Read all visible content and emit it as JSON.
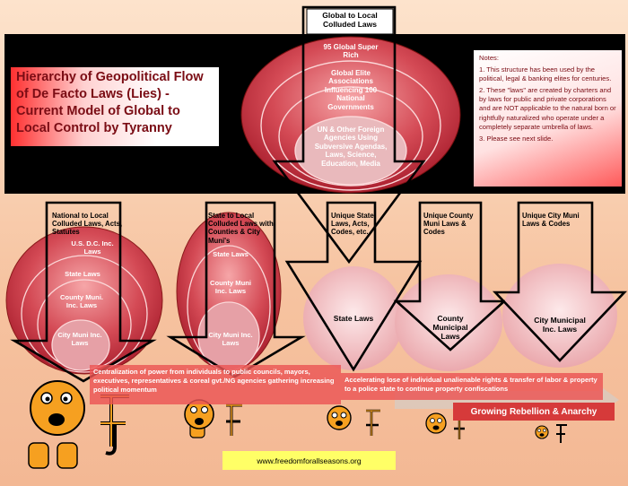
{
  "title": "Hierarchy of Geopolitical Flow of De Facto Laws (Lies) - Current Model of Global to Local Control by Tyranny",
  "notes": {
    "heading": "Notes:",
    "items": [
      "1. This structure has been used by the political, legal & banking elites for centuries.",
      "2. These \"laws\" are created by charters and by laws for public and private corporations and are NOT applicable to the natural born or rightfully naturalized who operate under a completely separate umbrella of laws.",
      "3. Please see next slide."
    ]
  },
  "global": {
    "header": "Global to Local Colluded Laws",
    "rings": [
      "95 Global Super Rich",
      "Global Elite Associations Influencing 100 National Governments",
      "UN & Other Foreign Agencies Using Subversive Agendas, Laws, Science, Education, Media"
    ]
  },
  "national": {
    "header": "National to Local Colluded Laws, Acts, Statutes",
    "rings": [
      "U.S. D.C. Inc. Laws",
      "State Laws",
      "County Muni. Inc. Laws",
      "City Muni Inc. Laws"
    ]
  },
  "state_local": {
    "header": "State to Local Colluded Laws with Counties & City Muni's",
    "rings": [
      "State Laws",
      "County Muni Inc. Laws",
      "City Muni Inc. Laws"
    ]
  },
  "unique_state": {
    "header": "Unique State Laws, Acts, Codes, etc.",
    "circle": "State Laws"
  },
  "unique_county": {
    "header": "Unique County Muni Laws & Codes",
    "circle": "County Municipal Laws"
  },
  "unique_city": {
    "header": "Unique City Muni Laws & Codes",
    "circle": "City Municipal Inc. Laws"
  },
  "banners": {
    "centralization": "Centralization of power from individuals to public councils, mayors, executives, representatives & coreal gvt./NG agencies gathering increasing political momentum",
    "accelerating": "Accelerating lose of individual unalienable rights & transfer of labor & property to a police state to continue property confiscations"
  },
  "rebellion": "Growing Rebellion & Anarchy",
  "website": "www.freedomforallseasons.org",
  "colors": {
    "black_band": "#000000",
    "title_text": "#7a0c14",
    "ring_red": "#c92b3a",
    "banner": "#ec5454",
    "website_bg": "#ffff66"
  }
}
